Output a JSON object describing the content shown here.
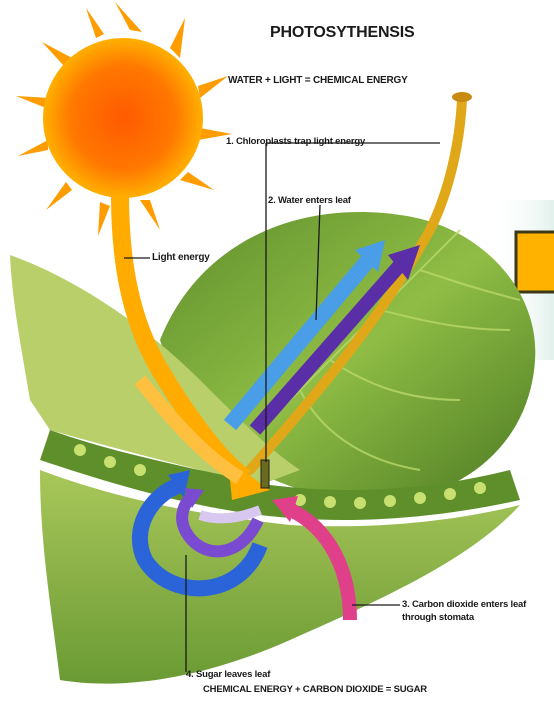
{
  "diagram": {
    "title": "PHOTOSYTHENSIS",
    "equation_top": "WATER + LIGHT = CHEMICAL ENERGY",
    "equation_bottom": "CHEMICAL ENERGY + CARBON DIOXIDE = SUGAR",
    "labels": {
      "step1": "1. Chloroplasts trap light energy",
      "step2": "2. Water enters leaf",
      "light_energy": "Light energy",
      "step3": "3. Carbon dioxide enters leaf through stomata",
      "step4": "4. Sugar leaves leaf"
    },
    "colors": {
      "sun": "#ff6a00",
      "leaf": "#7fae3c",
      "light_arrow": "#ffab00",
      "water_arrow": "#4a9ee8",
      "chem_arrow": "#5a2ea6",
      "co2_arrow": "#e0408a",
      "sugar_arrow": "#2a64d8",
      "box": "#ffb300"
    }
  }
}
